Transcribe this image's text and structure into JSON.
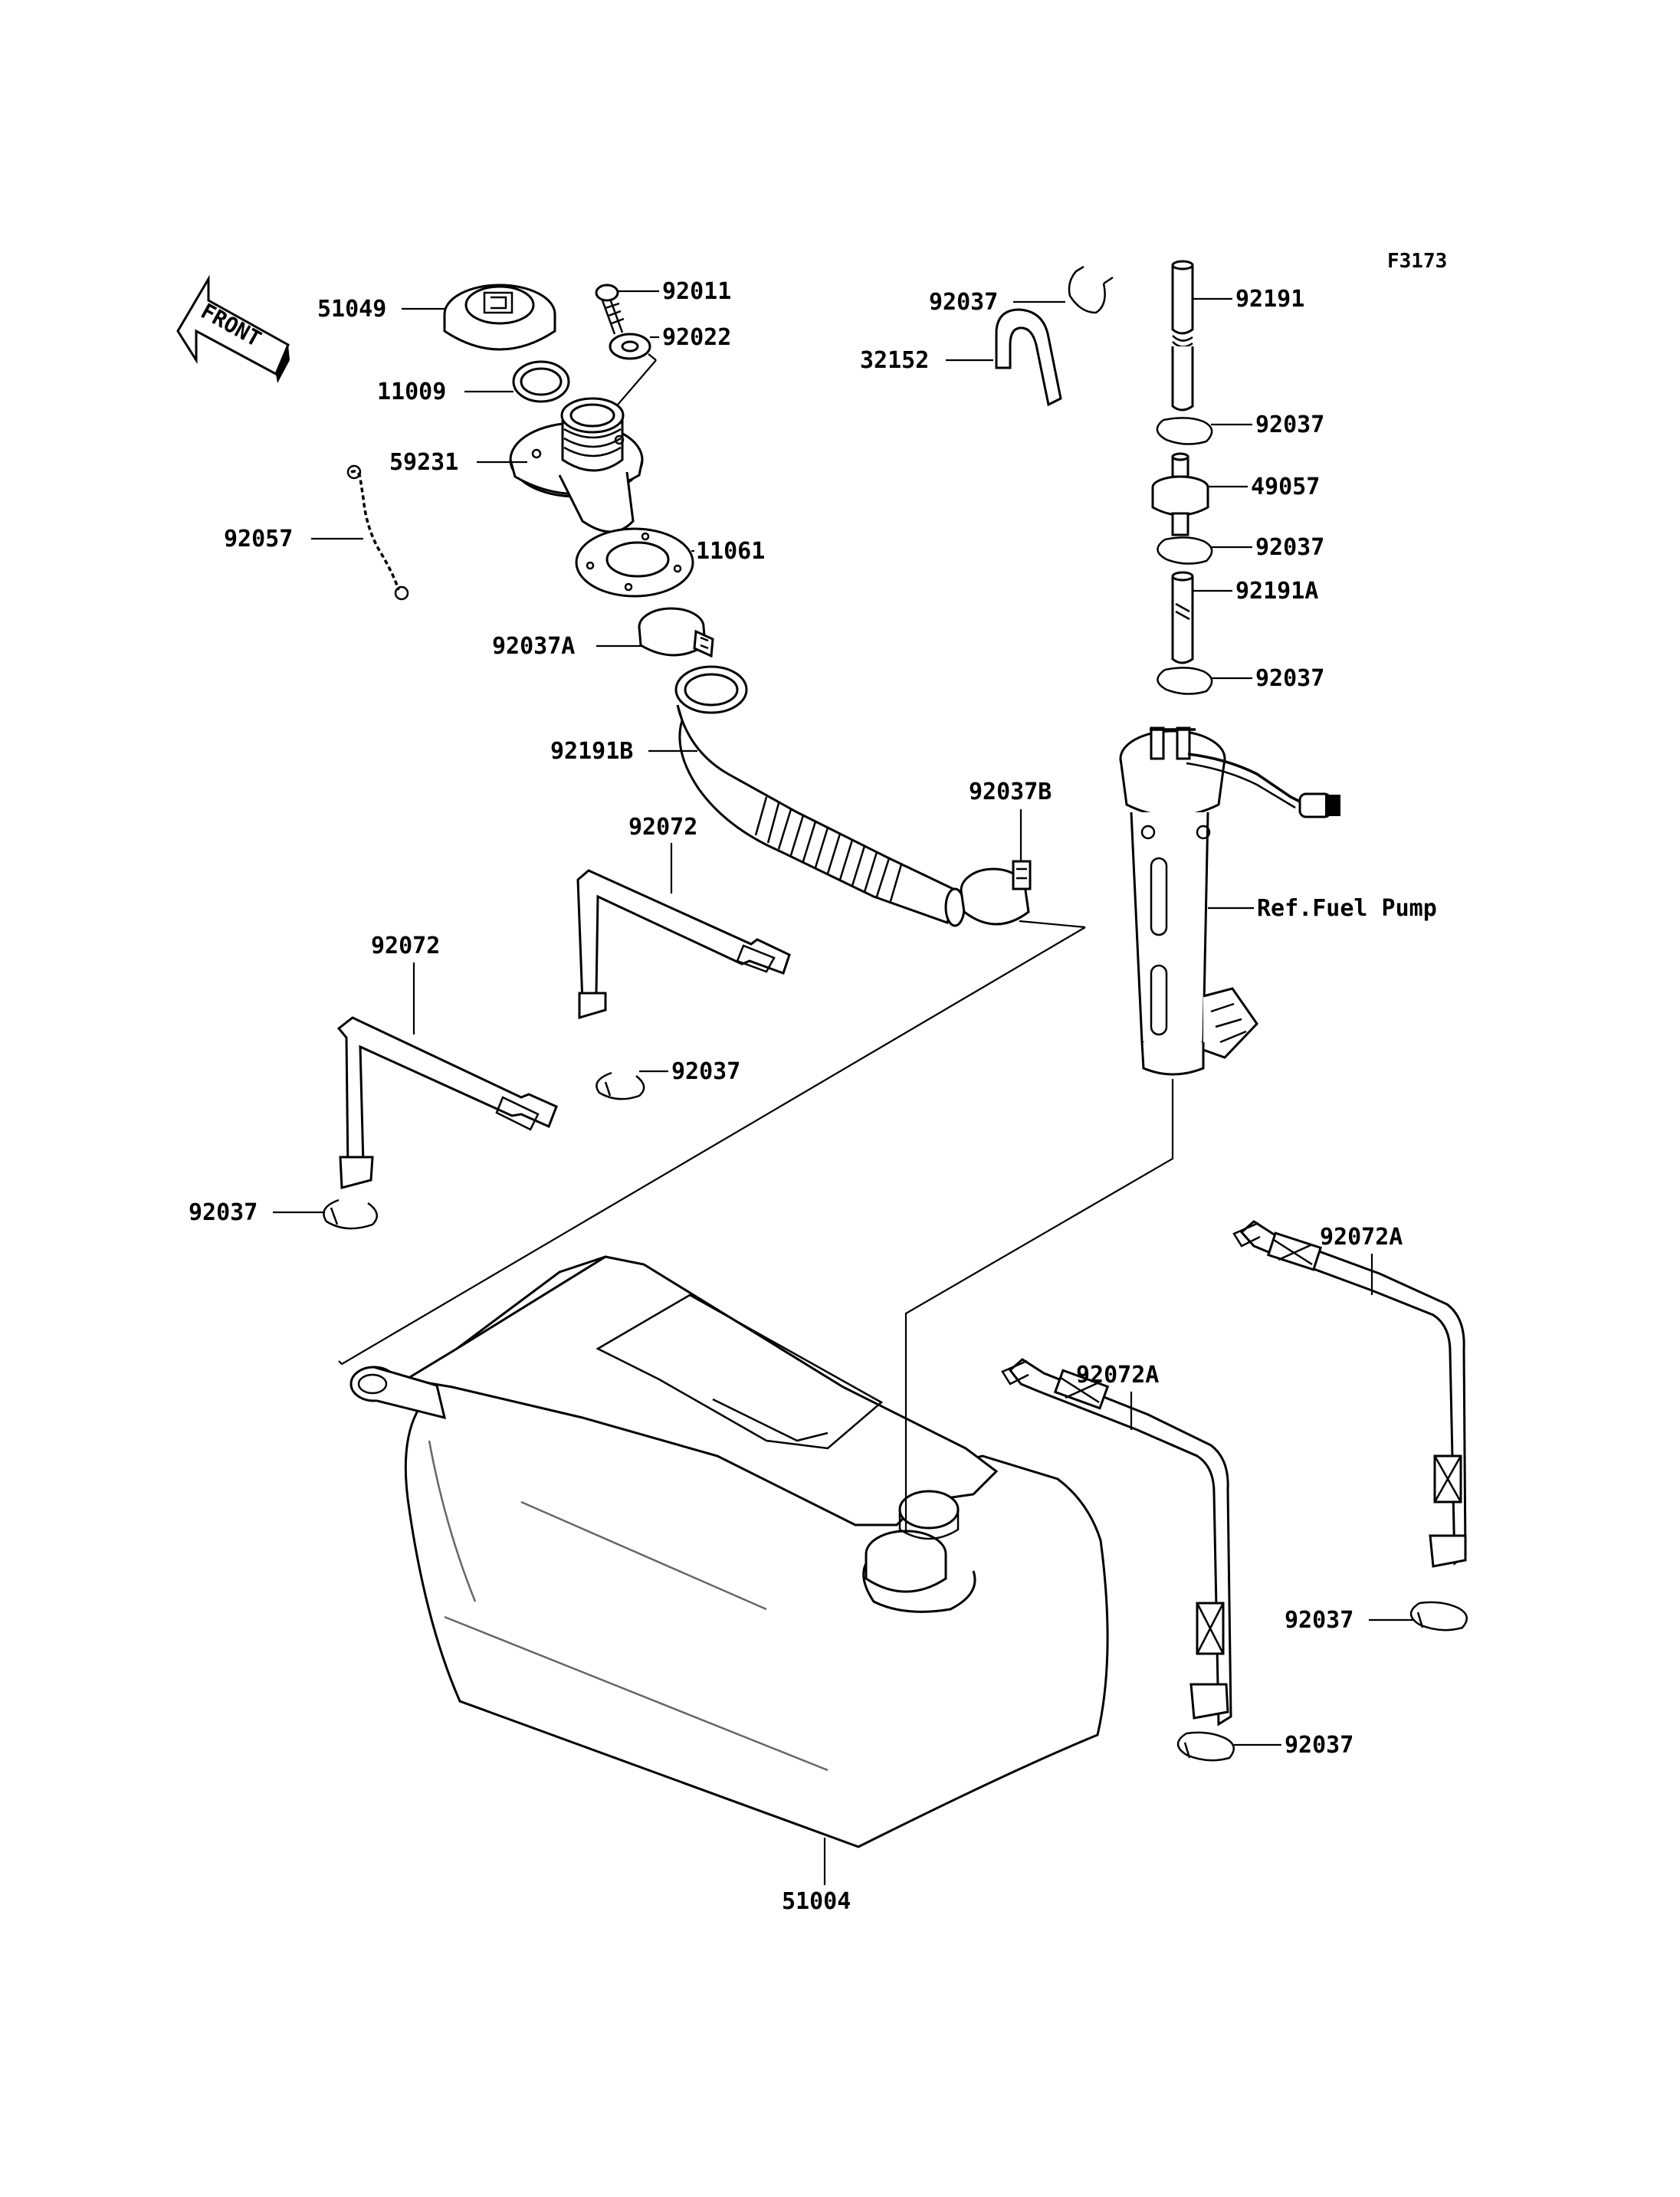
{
  "figure_code": "F3173",
  "direction_label": "FRONT",
  "parts": {
    "cap": "51049",
    "bolt": "92011",
    "washer": "92022",
    "o_ring": "11009",
    "filler_neck": "59231",
    "strap_cord": "92057",
    "gasket": "11061",
    "clamp_a": "92037A",
    "filler_hose": "92191B",
    "clamp_b": "92037B",
    "band_upper": "92072",
    "band_lower": "92072",
    "clamp_band_upper": "92037",
    "clamp_band_lower": "92037",
    "tank": "51004",
    "clamp_breather": "92037",
    "breather_hose": "32152",
    "hose_top": "92191",
    "clamp_1": "92037",
    "check_valve": "49057",
    "clamp_2": "92037",
    "hose_a": "92191A",
    "clamp_3": "92037",
    "fuel_pump_ref": "Ref.Fuel Pump",
    "band_right_upper": "92072A",
    "band_right_lower": "92072A",
    "clamp_right_upper": "92037",
    "clamp_right_lower": "92037"
  }
}
